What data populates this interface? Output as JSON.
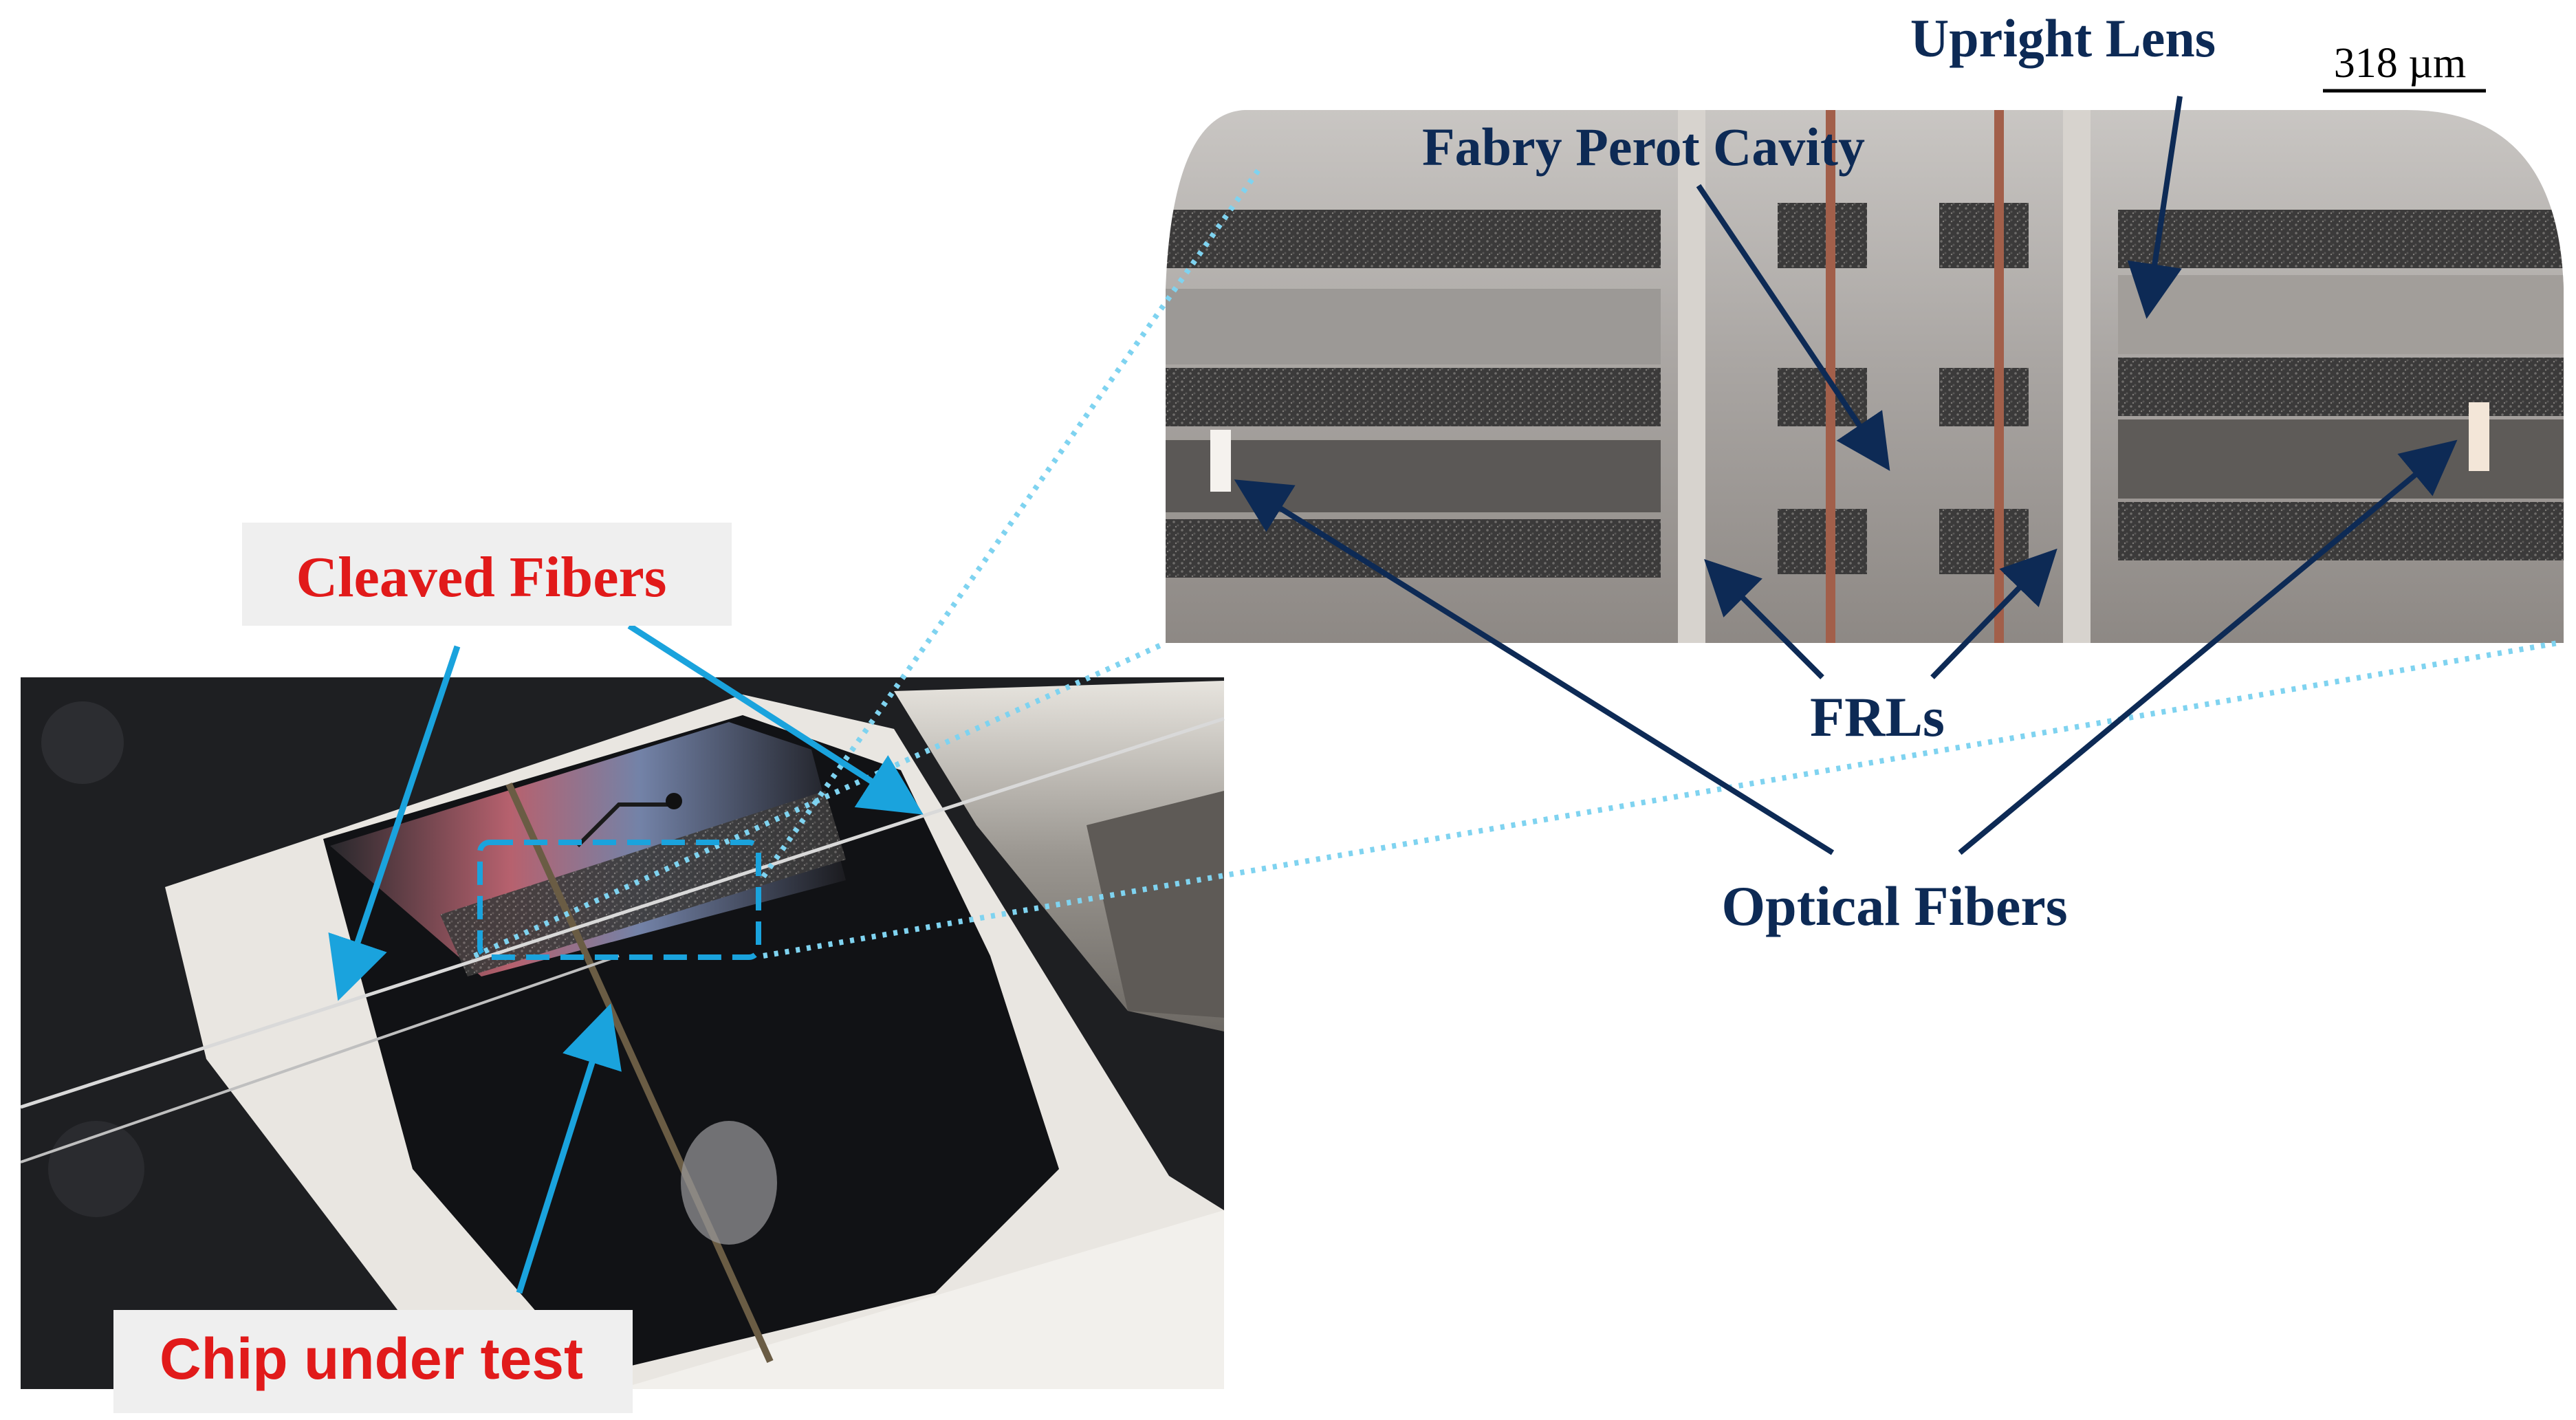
{
  "colors": {
    "navy": "#0d2a55",
    "cyan": "#1aa3dd",
    "red": "#e11a1a",
    "dotted": "#7fd3f0",
    "label_bg": "#efefef"
  },
  "scale_bar": {
    "text": "318 µm"
  },
  "labels": {
    "upright_lens": "Upright Lens",
    "fabry_perot": "Fabry Perot Cavity",
    "frls": "FRLs",
    "optical_fibers": "Optical Fibers",
    "cleaved_fibers": "Cleaved Fibers",
    "chip_under_test": "Chip under test"
  },
  "photos": {
    "setup_photo": "photo of cleaved fibers aligned to chip under test",
    "microscope_zoom": "microscope close-up of optical fibers, FRLs and Fabry Perot cavity"
  }
}
